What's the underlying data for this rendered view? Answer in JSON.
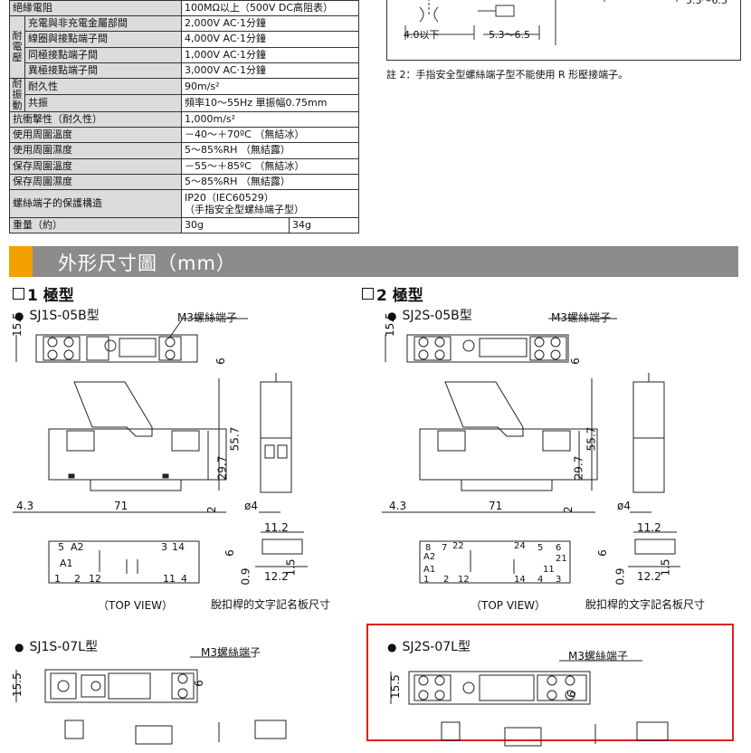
{
  "spec_table": {
    "rows": [
      {
        "group": "",
        "label": "絕緣電阻",
        "v1": "100MΩ以上（500V DC高阻表）",
        "v2": "",
        "span": true
      },
      {
        "group": "耐電壓",
        "label": "充電與非充電金屬部間",
        "v1": "2,000V AC‧1分鐘",
        "v2": ""
      },
      {
        "group": "",
        "label": "線圈與接點端子間",
        "v1": "4,000V AC‧1分鐘",
        "v2": ""
      },
      {
        "group": "",
        "label": "同極接點端子間",
        "v1": "1,000V AC‧1分鐘",
        "v2": ""
      },
      {
        "group": "",
        "label": "異極接點端子間",
        "v1": "3,000V AC‧1分鐘",
        "v2": ""
      },
      {
        "group": "耐振動",
        "label": "耐久性",
        "v1": "90m/s²",
        "v2": ""
      },
      {
        "group": "",
        "label": "共振",
        "v1": "頻率10～55Hz 單振幅0.75mm",
        "v2": ""
      },
      {
        "group": "",
        "label": "抗衝擊性（耐久性）",
        "v1": "1,000m/s²",
        "v2": ""
      },
      {
        "group": "",
        "label": "使用周圍溫度",
        "v1": "－40～＋70ºC （無結冰）",
        "v2": ""
      },
      {
        "group": "",
        "label": "使用周圍濕度",
        "v1": "5～85%RH （無結露）",
        "v2": ""
      },
      {
        "group": "",
        "label": "保存周圍溫度",
        "v1": "－55～＋85ºC （無結冰）",
        "v2": ""
      },
      {
        "group": "",
        "label": "保存周圍濕度",
        "v1": "5～85%RH （無結露）",
        "v2": ""
      },
      {
        "group": "",
        "label": "螺絲端子的保護構造",
        "v1": "IP20（IEC60529）",
        "v1b": "（手指安全型螺絲端子型）",
        "v2": ""
      },
      {
        "group": "",
        "label": "重量（約）",
        "v1": "30g",
        "v2": "34g"
      }
    ]
  },
  "right_top": {
    "dim_a": "4.0以下",
    "dim_b": "5.3～6.5",
    "dim_c": "5.3～6.5",
    "note": "註 2：手指安全型螺絲端子型不能使用 R 形壓接端子。"
  },
  "banner": {
    "title": "外形尺寸圖（mm）"
  },
  "sections": {
    "pole1": "1 極型",
    "pole2": "2 極型"
  },
  "models": {
    "m1": "SJ1S-05B型",
    "m2": "SJ2S-05B型",
    "m3": "SJ1S-07L型",
    "m4": "SJ2S-07L型"
  },
  "labels": {
    "m3_screw": "M3螺絲端子",
    "top_view": "（TOP VIEW）",
    "nameplate": "脫扣桿的文字記名板尺寸"
  },
  "dims": {
    "d15_5": "15.5",
    "d6": "6",
    "d55_7": "55.7",
    "d29_7": "29.7",
    "d2": "2",
    "d4_3": "4.3",
    "d71": "71",
    "phi4": "ø4",
    "d11_2": "11.2",
    "d0_9": "0.9",
    "d12_2": "12.2",
    "d1_5": "1.5"
  },
  "terminals_1p": [
    "5",
    "A2",
    "3",
    "14",
    "A1",
    "1",
    "2",
    "12",
    "11",
    "4"
  ],
  "terminals_2p": [
    "8",
    "7",
    "22",
    "24",
    "5",
    "6",
    "A2",
    "21",
    "A1",
    "1",
    "2",
    "12",
    "14",
    "11",
    "3",
    "4"
  ],
  "colors": {
    "banner": "#8c8c8c",
    "accent": "#f2a100",
    "highlight": "#e0201e"
  }
}
